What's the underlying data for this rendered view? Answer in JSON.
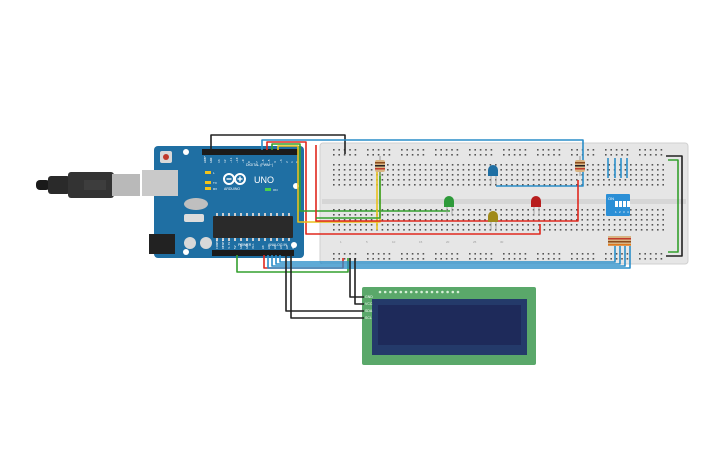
{
  "arduino": {
    "model": "UNO",
    "brand": "ARDUINO",
    "digital_label": "DIGITAL (PWM~)",
    "power_label": "POWER",
    "analog_label": "ANALOG IN",
    "aref": "AREF",
    "gnd": "GND",
    "tx": "TX",
    "rx": "RX",
    "l": "L",
    "on": "ON",
    "ioref": "IOREF",
    "reset": "RESET",
    "v33": "3.3V",
    "v5": "5V",
    "vin": "Vin",
    "a_pins": [
      "A0",
      "A1",
      "A2",
      "A3",
      "A4",
      "A5"
    ],
    "d_pins": [
      "13",
      "12",
      "~11",
      "~10",
      "~9",
      "8",
      "7",
      "~6",
      "~5",
      "4",
      "~3",
      "2",
      "1",
      "0"
    ]
  },
  "breadboard": {
    "columns": [
      "1",
      "5",
      "10",
      "15",
      "20",
      "25",
      "30"
    ]
  },
  "lcd": {
    "pins": [
      "GND",
      "VCC",
      "SDA",
      "SCL"
    ]
  },
  "dip_switch": {
    "label": "ON",
    "numbers": [
      "1",
      "2",
      "3",
      "4"
    ]
  },
  "colors": {
    "arduino_board": "#1f6fa3",
    "breadboard": "#e6e6e6",
    "lcd_pcb": "#5aa86a",
    "lcd_screen": "#1e2a5a",
    "dip_body": "#2b8fd6",
    "wire_black": "#222222",
    "wire_red": "#e0281e",
    "wire_green": "#34a02e",
    "wire_yellow": "#e9c21c",
    "wire_blue": "#2a8ec9",
    "led_blue": "#1f6fa3",
    "led_green": "#2e9a3a",
    "led_yellow": "#a08a1a",
    "led_red": "#b81e1e"
  }
}
